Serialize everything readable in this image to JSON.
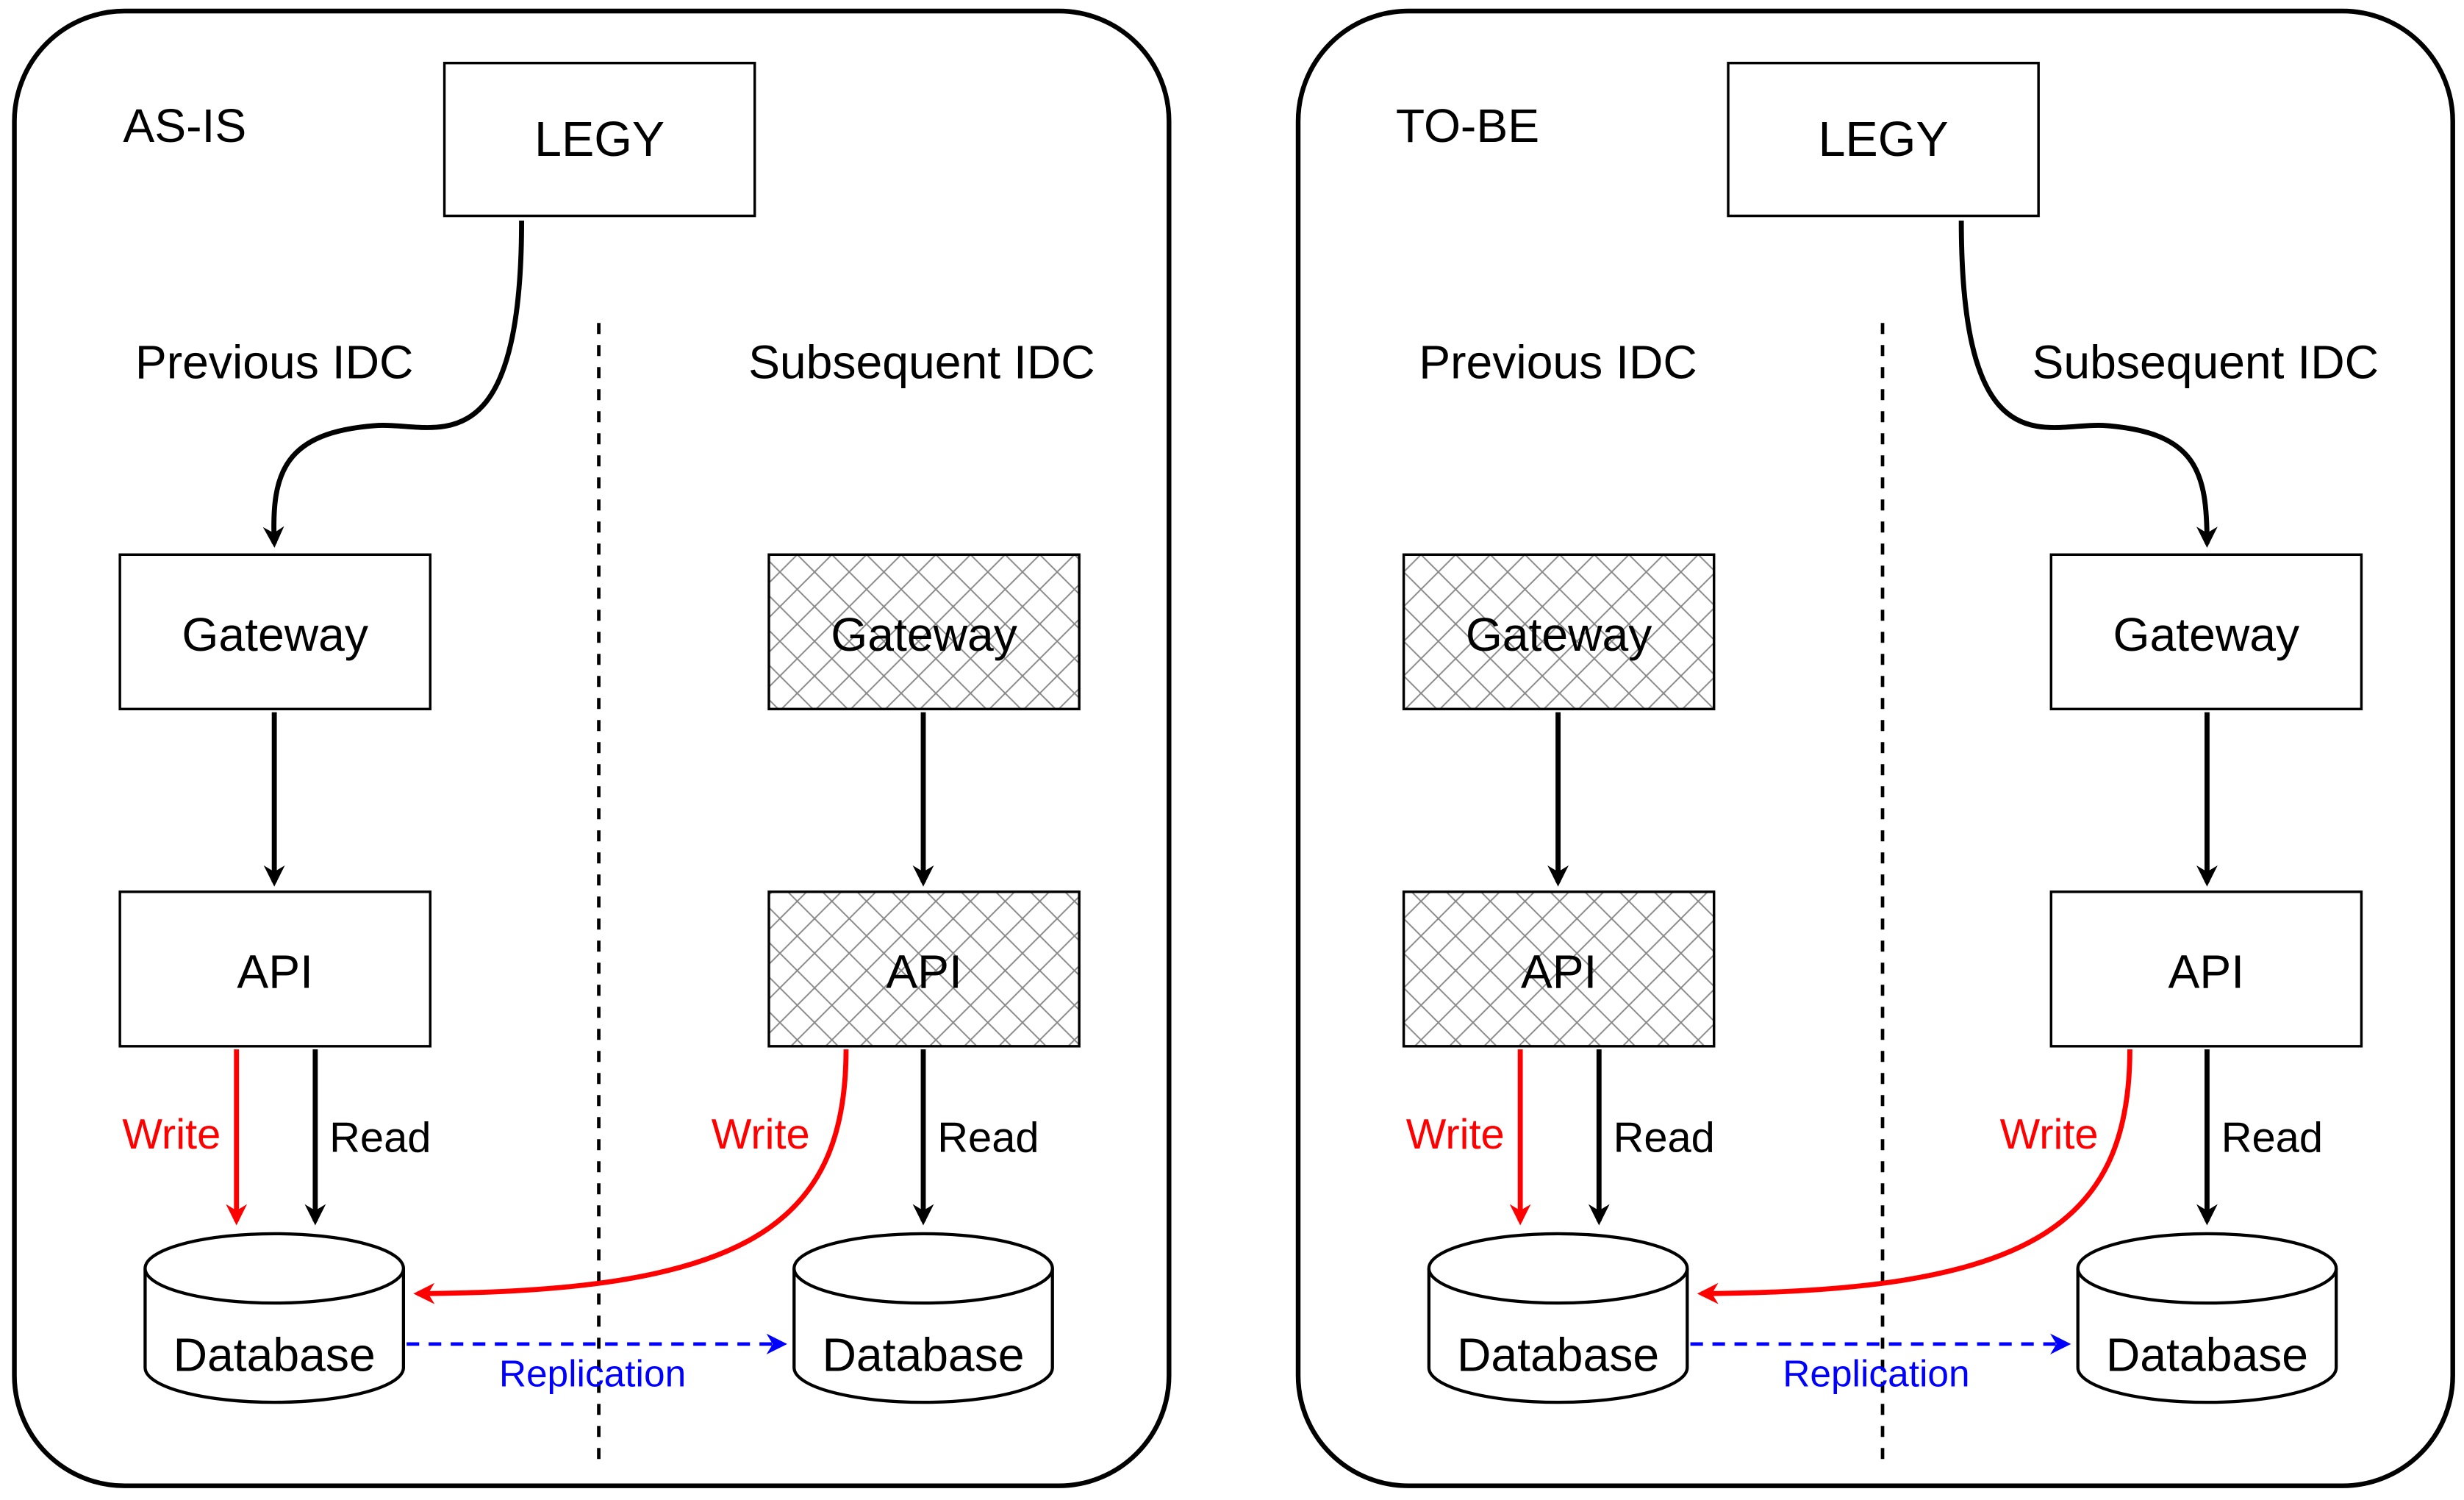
{
  "colors": {
    "stroke": "#000000",
    "write": "#ff0000",
    "replication": "#0000ff",
    "background": "#ffffff"
  },
  "panels": [
    {
      "title": "AS-IS",
      "legy": "LEGY",
      "previous_idc": {
        "label": "Previous IDC",
        "gateway": "Gateway",
        "api": "API",
        "database": "Database",
        "hatched": false
      },
      "subsequent_idc": {
        "label": "Subsequent IDC",
        "gateway": "Gateway",
        "api": "API",
        "database": "Database",
        "hatched": true
      },
      "write_label_prev": "Write",
      "read_label_prev": "Read",
      "write_label_subs": "Write",
      "read_label_subs": "Read",
      "replication_label": "Replication"
    },
    {
      "title": "TO-BE",
      "legy": "LEGY",
      "previous_idc": {
        "label": "Previous IDC",
        "gateway": "Gateway",
        "api": "API",
        "database": "Database",
        "hatched": true
      },
      "subsequent_idc": {
        "label": "Subsequent IDC",
        "gateway": "Gateway",
        "api": "API",
        "database": "Database",
        "hatched": false
      },
      "write_label_prev": "Write",
      "read_label_prev": "Read",
      "write_label_subs": "Write",
      "read_label_subs": "Read",
      "replication_label": "Replication"
    }
  ]
}
